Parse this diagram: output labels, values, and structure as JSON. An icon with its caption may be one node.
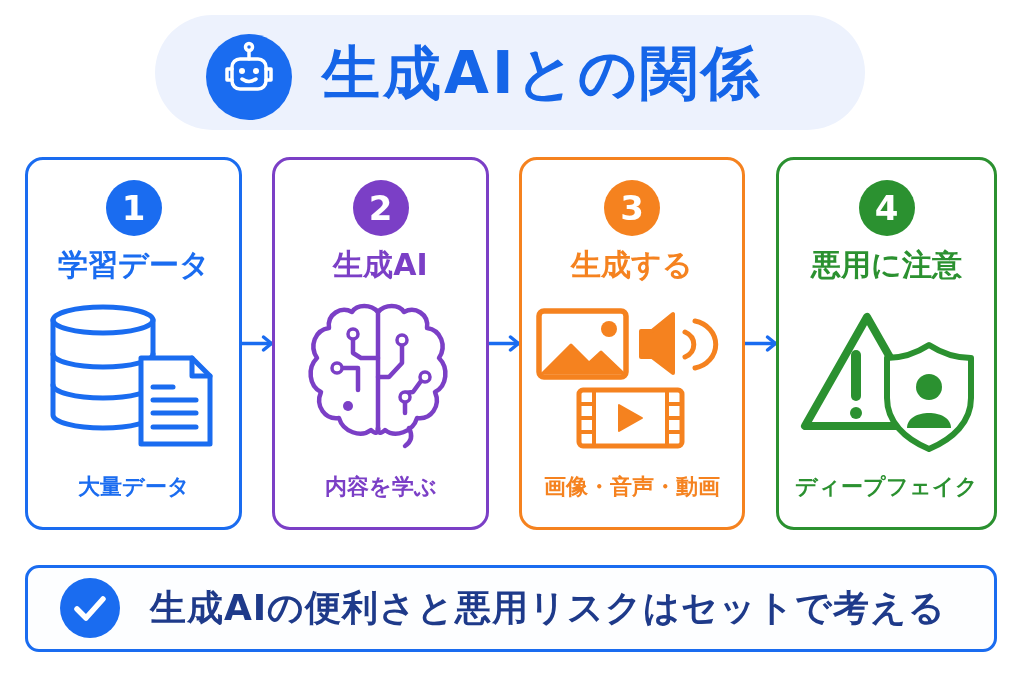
{
  "diagram": {
    "title": "生成AIとの関係",
    "nodes": [
      {
        "text": [
          "学習データ",
          "大量データ"
        ]
      },
      {
        "text": [
          "1"
        ],
        "in": 0
      },
      {
        "text": [
          "生成AI",
          "内容を学ぶ"
        ]
      },
      {
        "text": [
          "2"
        ],
        "in": 2
      },
      {
        "text": [
          "生成する",
          "画像・音声・動画"
        ]
      },
      {
        "text": [
          "3"
        ],
        "in": 4
      },
      {
        "text": [
          "悪用に注意",
          "ディープフェイク"
        ]
      },
      {
        "text": [
          "4"
        ],
        "in": 6
      },
      {
        "text": [
          "生成AIの便利さと悪用リスクはセットで考える"
        ]
      }
    ],
    "edges": [
      {
        "from": 0,
        "to": 2,
        "arrow": "to"
      },
      {
        "from": 2,
        "to": 4,
        "arrow": "to"
      },
      {
        "from": 4,
        "to": 6,
        "arrow": "to"
      }
    ]
  }
}
